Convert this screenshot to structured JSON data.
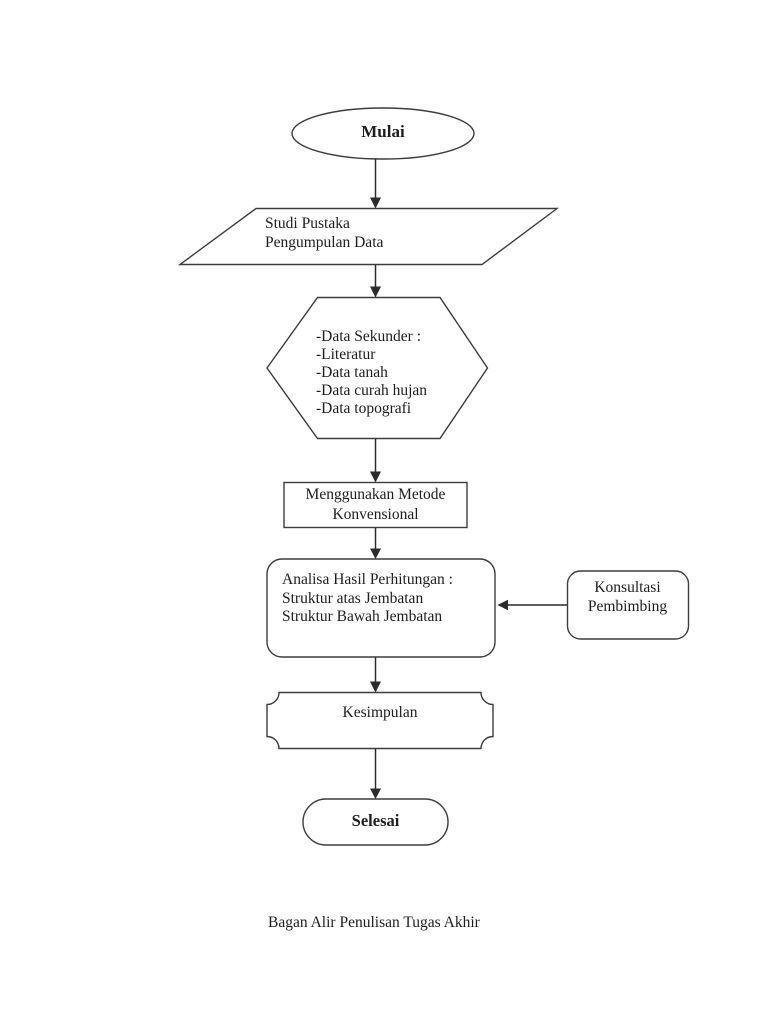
{
  "page": {
    "caption": "Bagan Alir Penulisan Tugas Akhir"
  },
  "colors": {
    "stroke": "#3d3d3d",
    "arrow": "#2b2b2b",
    "text": "#1e1e1e",
    "page_bg": "#ffffff"
  },
  "flowchart": {
    "start": {
      "shape": "ellipse",
      "label": "Mulai"
    },
    "input": {
      "shape": "parallelogram",
      "label": "Studi Pustaka\nPengumpulan Data"
    },
    "preparation": {
      "shape": "hexagon",
      "label": "-Data Sekunder :\n-Literatur\n-Data tanah\n-Data curah hujan\n-Data topografi"
    },
    "method": {
      "shape": "rectangle",
      "label": "Menggunakan Metode\nKonvensional"
    },
    "analysis": {
      "shape": "rounded-rectangle",
      "label": "Analisa Hasil Perhitungan :\nStruktur atas Jembatan\nStruktur Bawah Jembatan"
    },
    "consultation": {
      "shape": "rounded-rectangle",
      "label": "Konsultasi\nPembimbing"
    },
    "conclusion": {
      "shape": "plaque",
      "label": "Kesimpulan"
    },
    "end": {
      "shape": "stadium",
      "label": "Selesai"
    }
  }
}
